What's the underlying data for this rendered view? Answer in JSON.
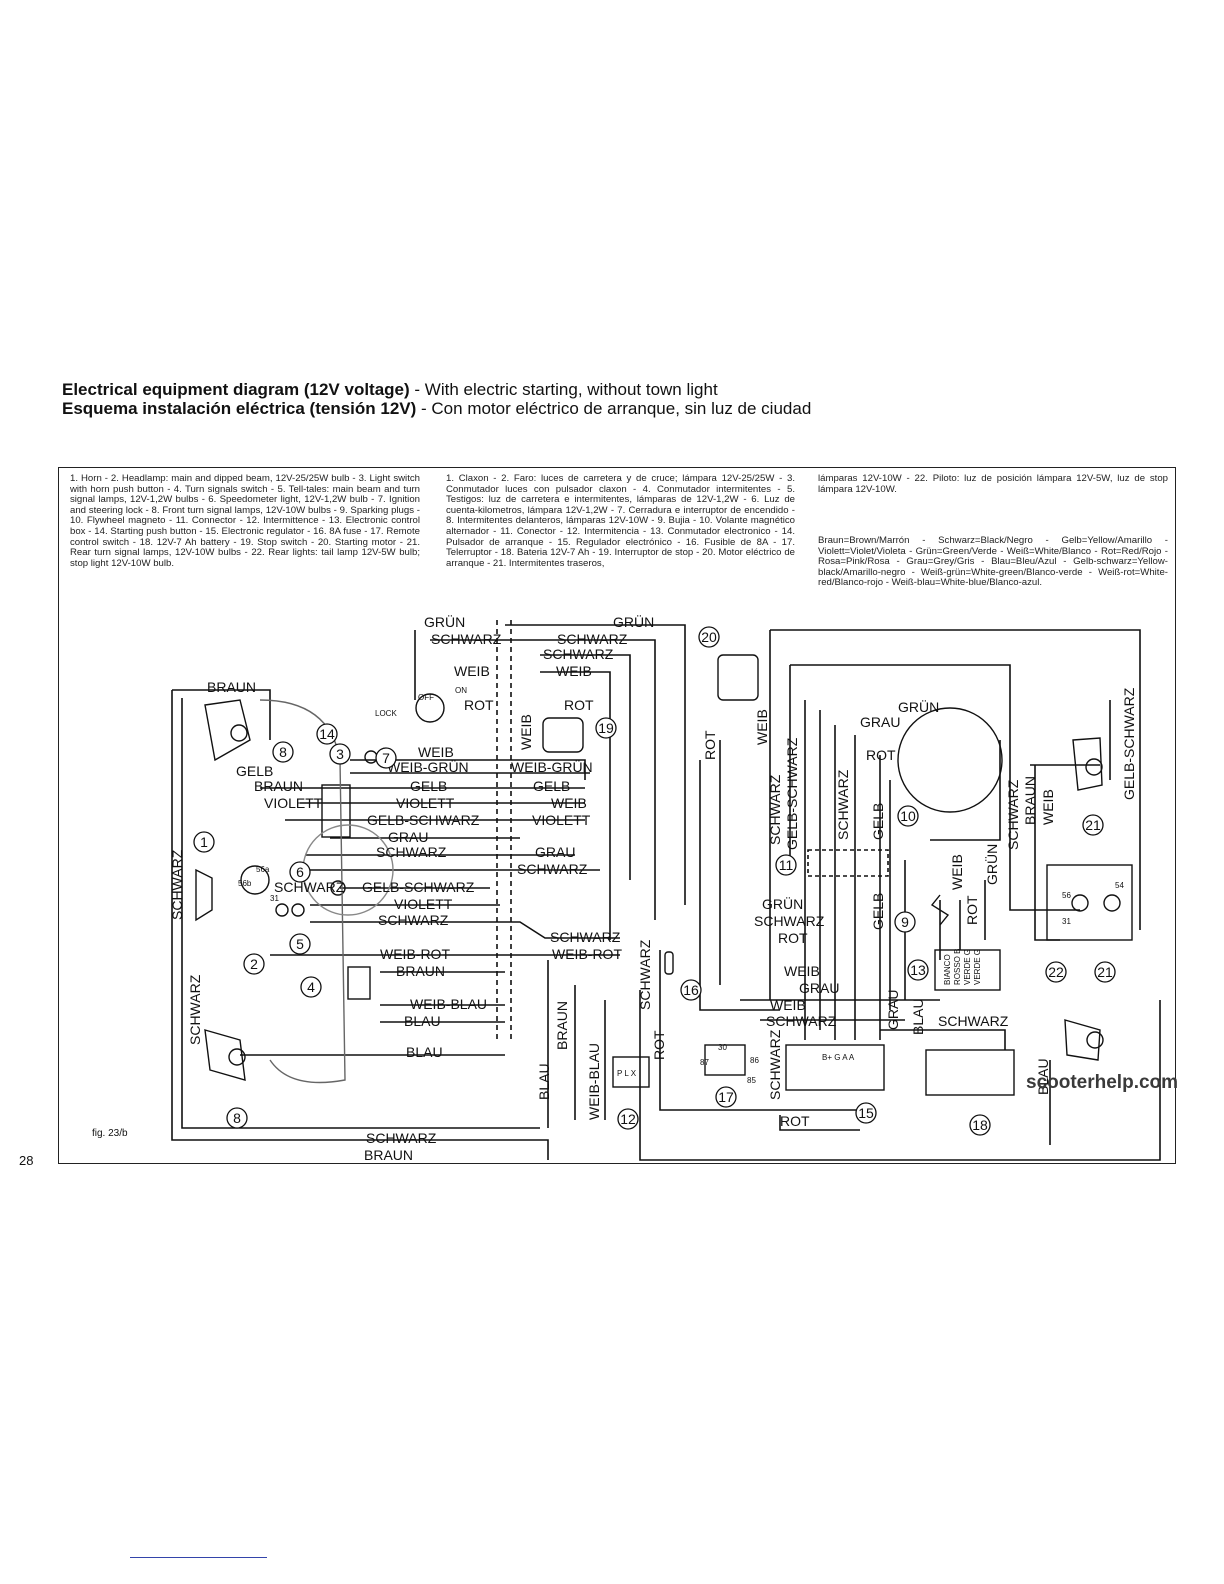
{
  "title": {
    "line1_bold": "Electrical equipment diagram (12V voltage)",
    "line1_rest": " - With electric starting, without town light",
    "line2_bold": "Esquema instalación eléctrica (tensión 12V)",
    "line2_rest": " - Con motor eléctrico de arranque, sin luz de ciudad"
  },
  "legend": {
    "english": "1. Horn - 2. Headlamp: main and dipped beam, 12V-25/25W bulb - 3. Light switch with horn push button - 4. Turn signals switch - 5. Tell-tales: main beam and turn signal lamps, 12V-1,2W bulbs - 6. Speedometer light, 12V-1,2W bulb - 7. Ignition and steering lock - 8. Front turn signal lamps, 12V-10W bulbs - 9. Sparking plugs - 10. Flywheel magneto - 11. Connector - 12. Intermittence - 13. Electronic control box - 14. Starting push button - 15. Electronic regulator - 16. 8A fuse - 17. Remote control switch - 18. 12V-7 Ah battery - 19. Stop switch - 20. Starting motor - 21. Rear turn signal lamps, 12V-10W bulbs - 22. Rear lights: tail lamp 12V-5W bulb; stop light 12V-10W bulb.",
    "spanish": "1. Claxon - 2. Faro: luces de carretera y de cruce; lámpara 12V-25/25W - 3. Conmutador luces con pulsador claxon - 4. Conmutador intermitentes - 5. Testigos: luz de carretera e intermitentes, lámparas de 12V-1,2W - 6. Luz de cuenta-kilometros, lámpara 12V-1,2W - 7. Cerradura e interruptor de encendido - 8. Intermitentes delanteros, lámparas 12V-10W - 9. Bujia - 10. Volante magnético alternador - 11. Conector - 12. Intermitencia - 13. Conmutador electronico - 14. Pulsador de arranque - 15. Regulador electrónico - 16. Fusible de 8A - 17. Telerruptor - 18. Bateria 12V-7 Ah - 19. Interruptor de stop - 20. Motor eléctrico de arranque - 21. Intermitentes traseros,",
    "spanish_cont": "lámparas 12V-10W - 22. Piloto: luz de posición lámpara 12V-5W, luz de stop lámpara 12V-10W.",
    "colors": "Braun=Brown/Marrón - Schwarz=Black/Negro - Gelb=Yellow/Amarillo - Violett=Violet/Violeta - Grün=Green/Verde - Weiß=White/Blanco - Rot=Red/Rojo - Rosa=Pink/Rosa - Grau=Grey/Gris - Blau=Bleu/Azul - Gelb-schwarz=Yellow-black/Amarillo-negro - Weiß-grün=White-green/Blanco-verde - Weiß-rot=White-red/Blanco-rojo - Weiß-blau=White-blue/Blanco-azul."
  },
  "wire_labels": {
    "gruen": "GRÜN",
    "schwarz": "SCHWARZ",
    "weib": "WEIB",
    "rot": "ROT",
    "braun": "BRAUN",
    "gelb": "GELB",
    "violett": "VIOLETT",
    "grau": "GRAU",
    "blau": "BLAU",
    "weib_gruen": "WEIB-GRÜN",
    "gelb_schwarz": "GELB-SCHWARZ",
    "weib_rot": "WEIB-ROT",
    "weib_blau": "WEIB-BLAU",
    "violett_dot": "VIOLETT",
    "weib_gruen_2": "WEIB-GRÜN"
  },
  "switch_labels": {
    "off": "OFF",
    "on": "ON",
    "lock": "LOCK"
  },
  "component_numbers": [
    "1",
    "2",
    "3",
    "4",
    "5",
    "6",
    "7",
    "8",
    "9",
    "10",
    "11",
    "12",
    "13",
    "14",
    "15",
    "16",
    "17",
    "18",
    "19",
    "20",
    "21",
    "22"
  ],
  "small_labels": {
    "s56b": "56b",
    "s56a": "56a",
    "s31": "31",
    "s30": "30",
    "s85": "85",
    "s86": "86",
    "s87": "87",
    "s56": "56",
    "s54": "54",
    "plx": "P L X",
    "regulator": "B+ G A A",
    "bianco": "BIANCO",
    "rosso": "ROSSO B",
    "verde": "VERDE G",
    "verde2": "VERDE G"
  },
  "figure_label": "fig. 23/b",
  "page_number": "28",
  "watermark": "scooterhelp.com"
}
